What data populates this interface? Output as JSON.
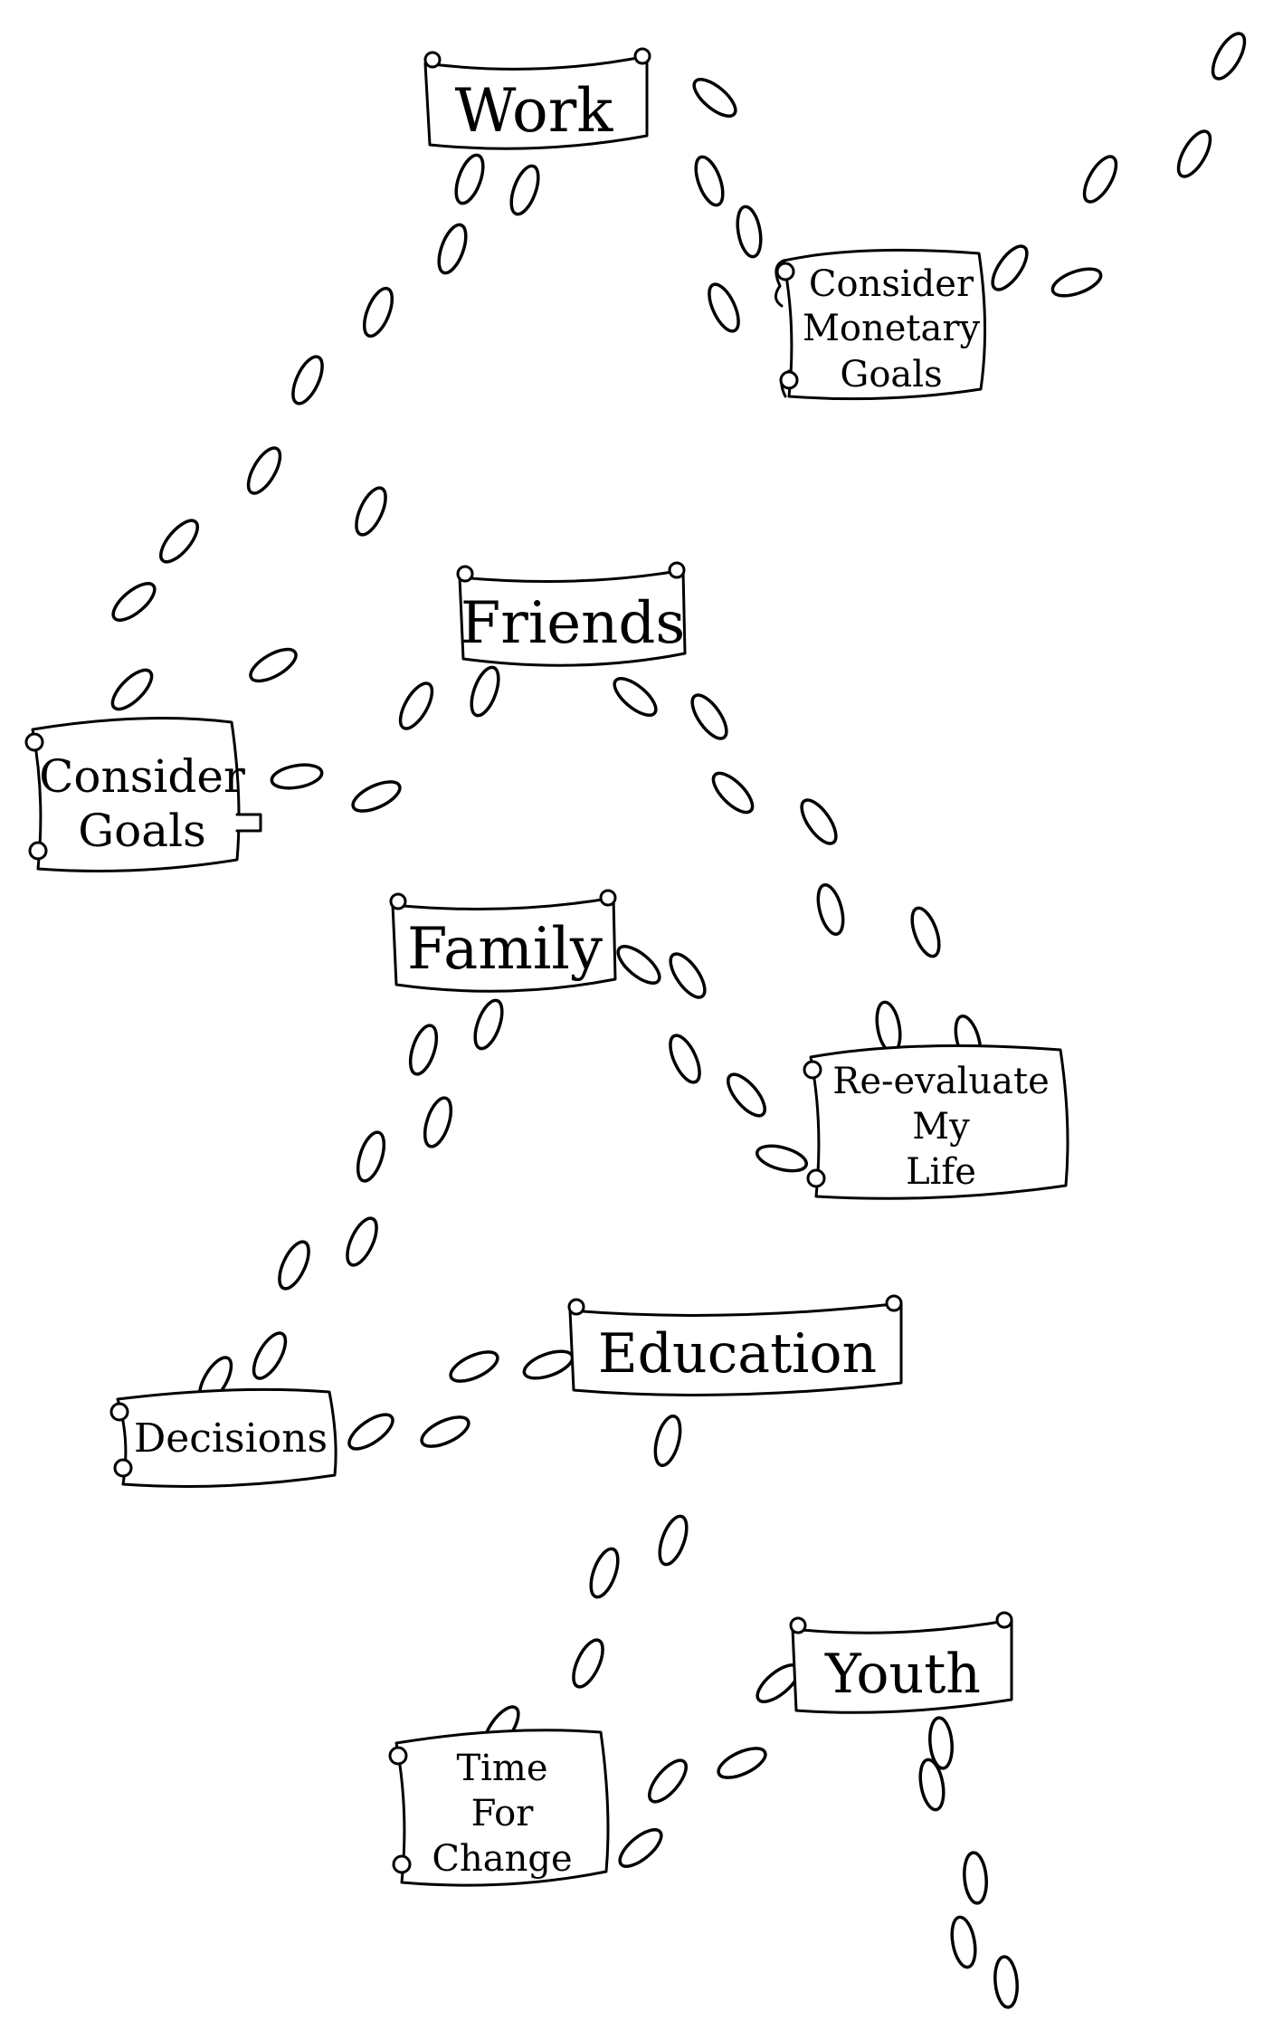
{
  "nodes": {
    "work": {
      "label": "Work"
    },
    "consider_monetary_goals": {
      "lines": [
        "Consider",
        "Monetary",
        "Goals"
      ]
    },
    "friends": {
      "label": "Friends"
    },
    "consider_goals": {
      "lines": [
        "Consider",
        "Goals"
      ]
    },
    "family": {
      "label": "Family"
    },
    "re_evaluate_my_life": {
      "lines": [
        "Re-evaluate",
        "My",
        "Life"
      ]
    },
    "education": {
      "label": "Education"
    },
    "decisions": {
      "lines": [
        "Decisions"
      ]
    },
    "youth": {
      "label": "Youth"
    },
    "time_for_change": {
      "lines": [
        "Time",
        "For",
        "Change"
      ]
    }
  },
  "colors": {
    "ink": "#000000",
    "paper": "#ffffff"
  },
  "icons": {
    "path_marker": "footprint-icon"
  }
}
